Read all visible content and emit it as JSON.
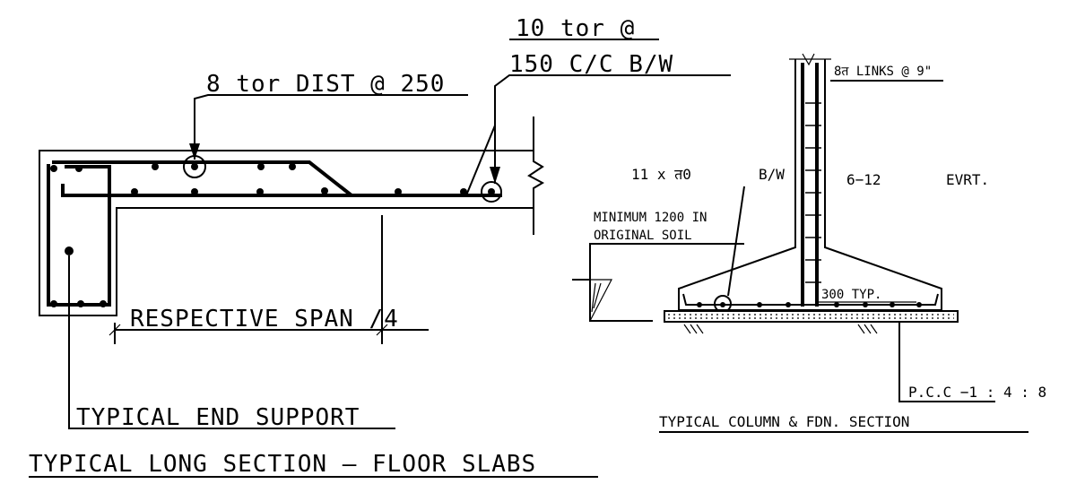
{
  "slab_section": {
    "title": "TYPICAL LONG SECTION — FLOOR SLABS",
    "dist_label": "8 tor DIST @ 250",
    "main_bar_line1": "10 tor @",
    "main_bar_line2": "150 C/C  B/W",
    "span_label": "RESPECTIVE SPAN  /4",
    "end_support_label": "TYPICAL END SUPPORT"
  },
  "column_section": {
    "title": "TYPICAL COLUMN & FDN. SECTION",
    "links_label": "8त   LINKS @ 9\"",
    "bottom_bars_label": "11 x त0",
    "bw_label": "B/W",
    "vert_bars_label": "6−12",
    "vert_suffix": "EVRT.",
    "soil_line1": "MINIMUM 1200 IN",
    "soil_line2": "ORIGINAL SOIL",
    "typ_label": "300 TYP.",
    "pcc_label": "P.C.C −1 :  4 : 8"
  }
}
